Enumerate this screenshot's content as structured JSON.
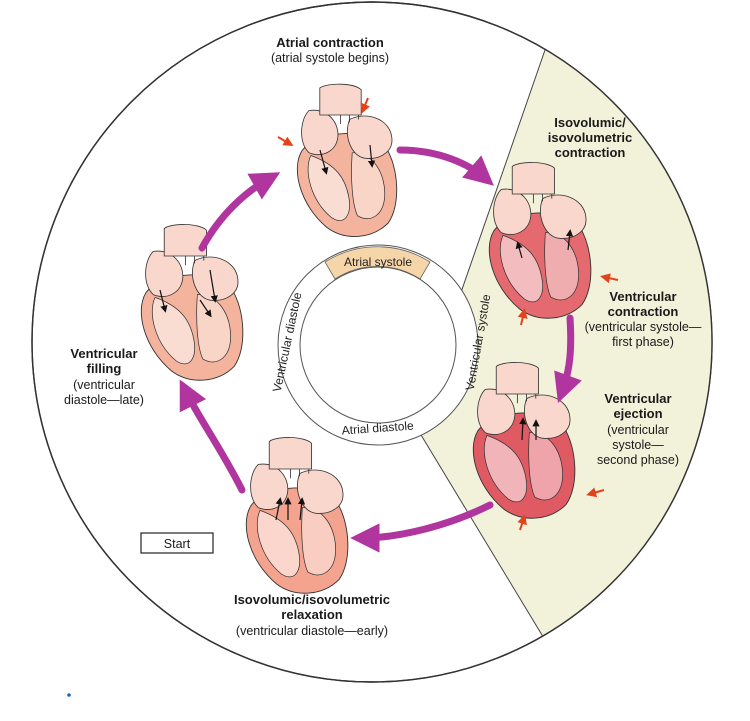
{
  "colors": {
    "systole_panel": "#f2f1d9",
    "arrow": "#b0359f",
    "heart_light": "#f9d7cc",
    "heart_mid": "#f4b39c",
    "heart_dark": "#e05a64",
    "ring_label_bg": "#f6d6a8",
    "indicator": "#e2431b"
  },
  "stages": {
    "atrial_contraction": {
      "title": "Atrial contraction",
      "sub": "(atrial systole begins)"
    },
    "isovolumic_contraction": {
      "title_1": "Isovolumic/",
      "title_2": "isovolumetric",
      "title_3": "contraction"
    },
    "ventricular_contraction": {
      "title_1": "Ventricular",
      "title_2": "contraction",
      "sub_1": "(ventricular systole—",
      "sub_2": "first phase)"
    },
    "ventricular_ejection": {
      "title_1": "Ventricular",
      "title_2": "ejection",
      "sub_1": "(ventricular",
      "sub_2": "systole—",
      "sub_3": "second phase)"
    },
    "isovolumic_relaxation": {
      "title_1": "Isovolumic/isovolumetric",
      "title_2": "relaxation",
      "sub": "(ventricular diastole—early)"
    },
    "ventricular_filling": {
      "title_1": "Ventricular",
      "title_2": "filling",
      "sub_1": "(ventricular",
      "sub_2": "diastole—late)"
    }
  },
  "ring": {
    "atrial_systole": "Atrial systole",
    "atrial_diastole": "Atrial diastole",
    "ventricular_diastole": "Ventricular diastole",
    "ventricular_systole": "Ventricular systole"
  },
  "start_label": "Start"
}
